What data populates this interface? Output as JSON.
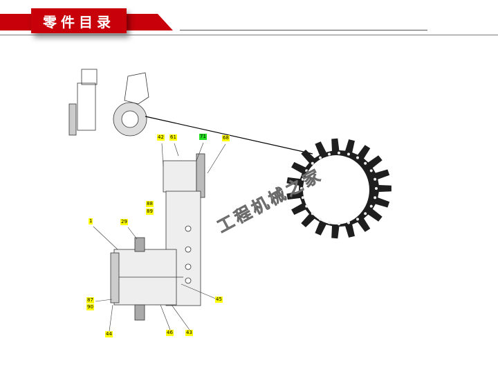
{
  "header": {
    "title": "零件目录"
  },
  "watermark": "工程机械之家",
  "callouts": [
    {
      "id": "42",
      "highlight": "yellow"
    },
    {
      "id": "61",
      "highlight": "yellow"
    },
    {
      "id": "71",
      "highlight": "green"
    },
    {
      "id": "68",
      "highlight": "yellow"
    },
    {
      "id": "88",
      "highlight": "yellow"
    },
    {
      "id": "89",
      "highlight": "yellow"
    },
    {
      "id": "1",
      "highlight": "yellow"
    },
    {
      "id": "29",
      "highlight": "yellow"
    },
    {
      "id": "87",
      "highlight": "yellow"
    },
    {
      "id": "90",
      "highlight": "yellow"
    },
    {
      "id": "44",
      "highlight": "yellow"
    },
    {
      "id": "46",
      "highlight": "yellow"
    },
    {
      "id": "43",
      "highlight": "yellow"
    },
    {
      "id": "45",
      "highlight": "yellow"
    }
  ],
  "colors": {
    "brand_red": "#c8000a",
    "callout_yellow": "#ffff00",
    "callout_green": "#22dd22"
  }
}
